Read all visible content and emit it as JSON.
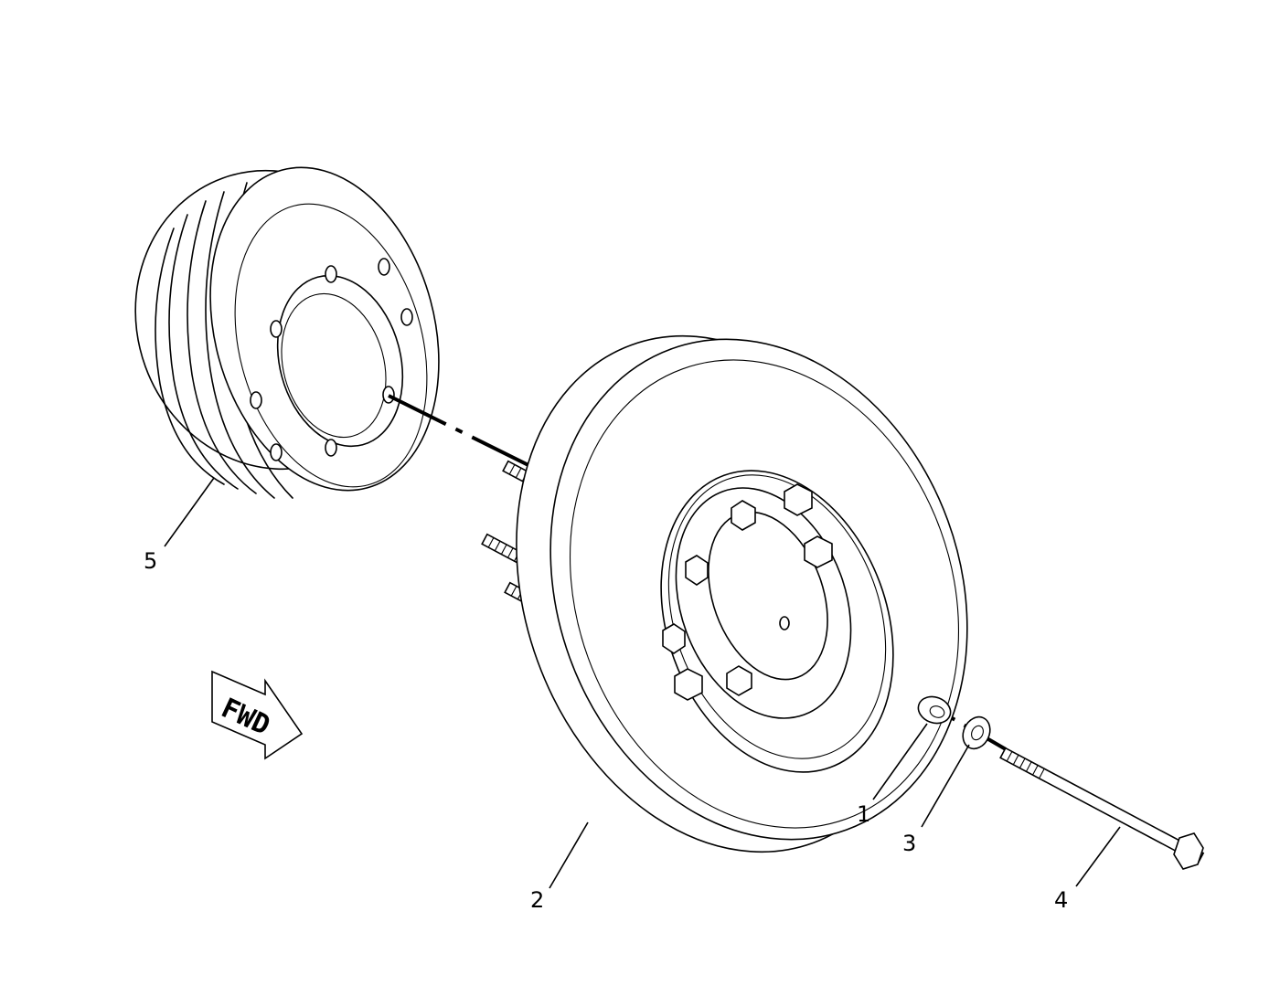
{
  "direction_arrow": {
    "label": "FWD"
  },
  "callouts": [
    {
      "id": "1",
      "label": "1"
    },
    {
      "id": "2",
      "label": "2"
    },
    {
      "id": "3",
      "label": "3"
    },
    {
      "id": "4",
      "label": "4"
    },
    {
      "id": "5",
      "label": "5"
    }
  ]
}
